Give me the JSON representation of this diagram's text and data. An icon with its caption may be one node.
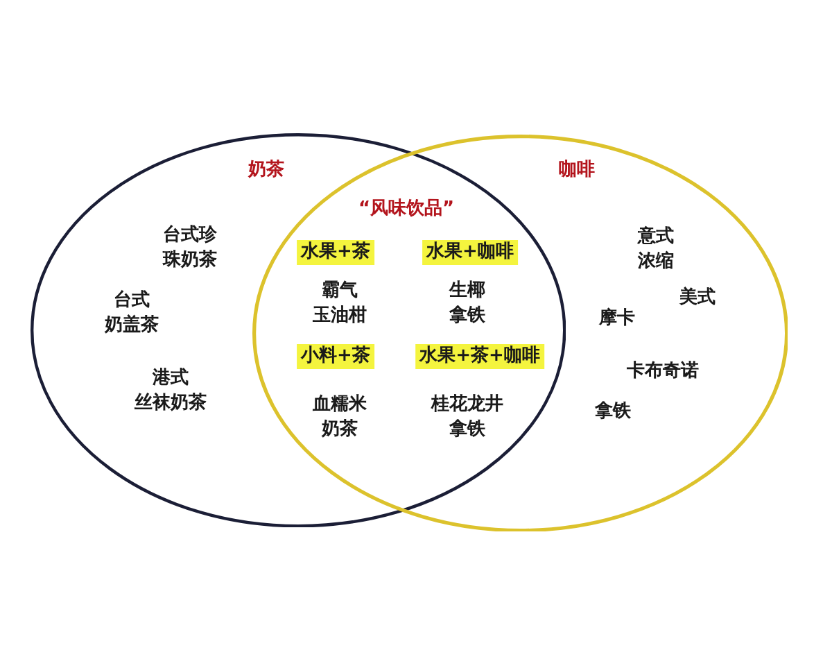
{
  "diagram": {
    "nodes": [
      {
        "text": [
          "奶茶",
          "台式珍珠奶茶",
          "台式奶盖茶",
          "港式丝袜奶茶"
        ]
      },
      {
        "text": [
          "咖啡",
          "意式浓缩",
          "美式",
          "摩卡",
          "卡布奇诺",
          "拿铁"
        ]
      },
      {
        "text": [
          "水果+茶"
        ]
      },
      {
        "text": [
          "水果+咖啡"
        ]
      },
      {
        "text": [
          "小料+茶"
        ]
      },
      {
        "text": [
          "水果+茶+咖啡"
        ]
      }
    ],
    "labels": [
      "“风味饮品”",
      "霸气玉油柑",
      "生椰拿铁",
      "血糯米奶茶",
      "桂花龙井拿铁"
    ]
  }
}
